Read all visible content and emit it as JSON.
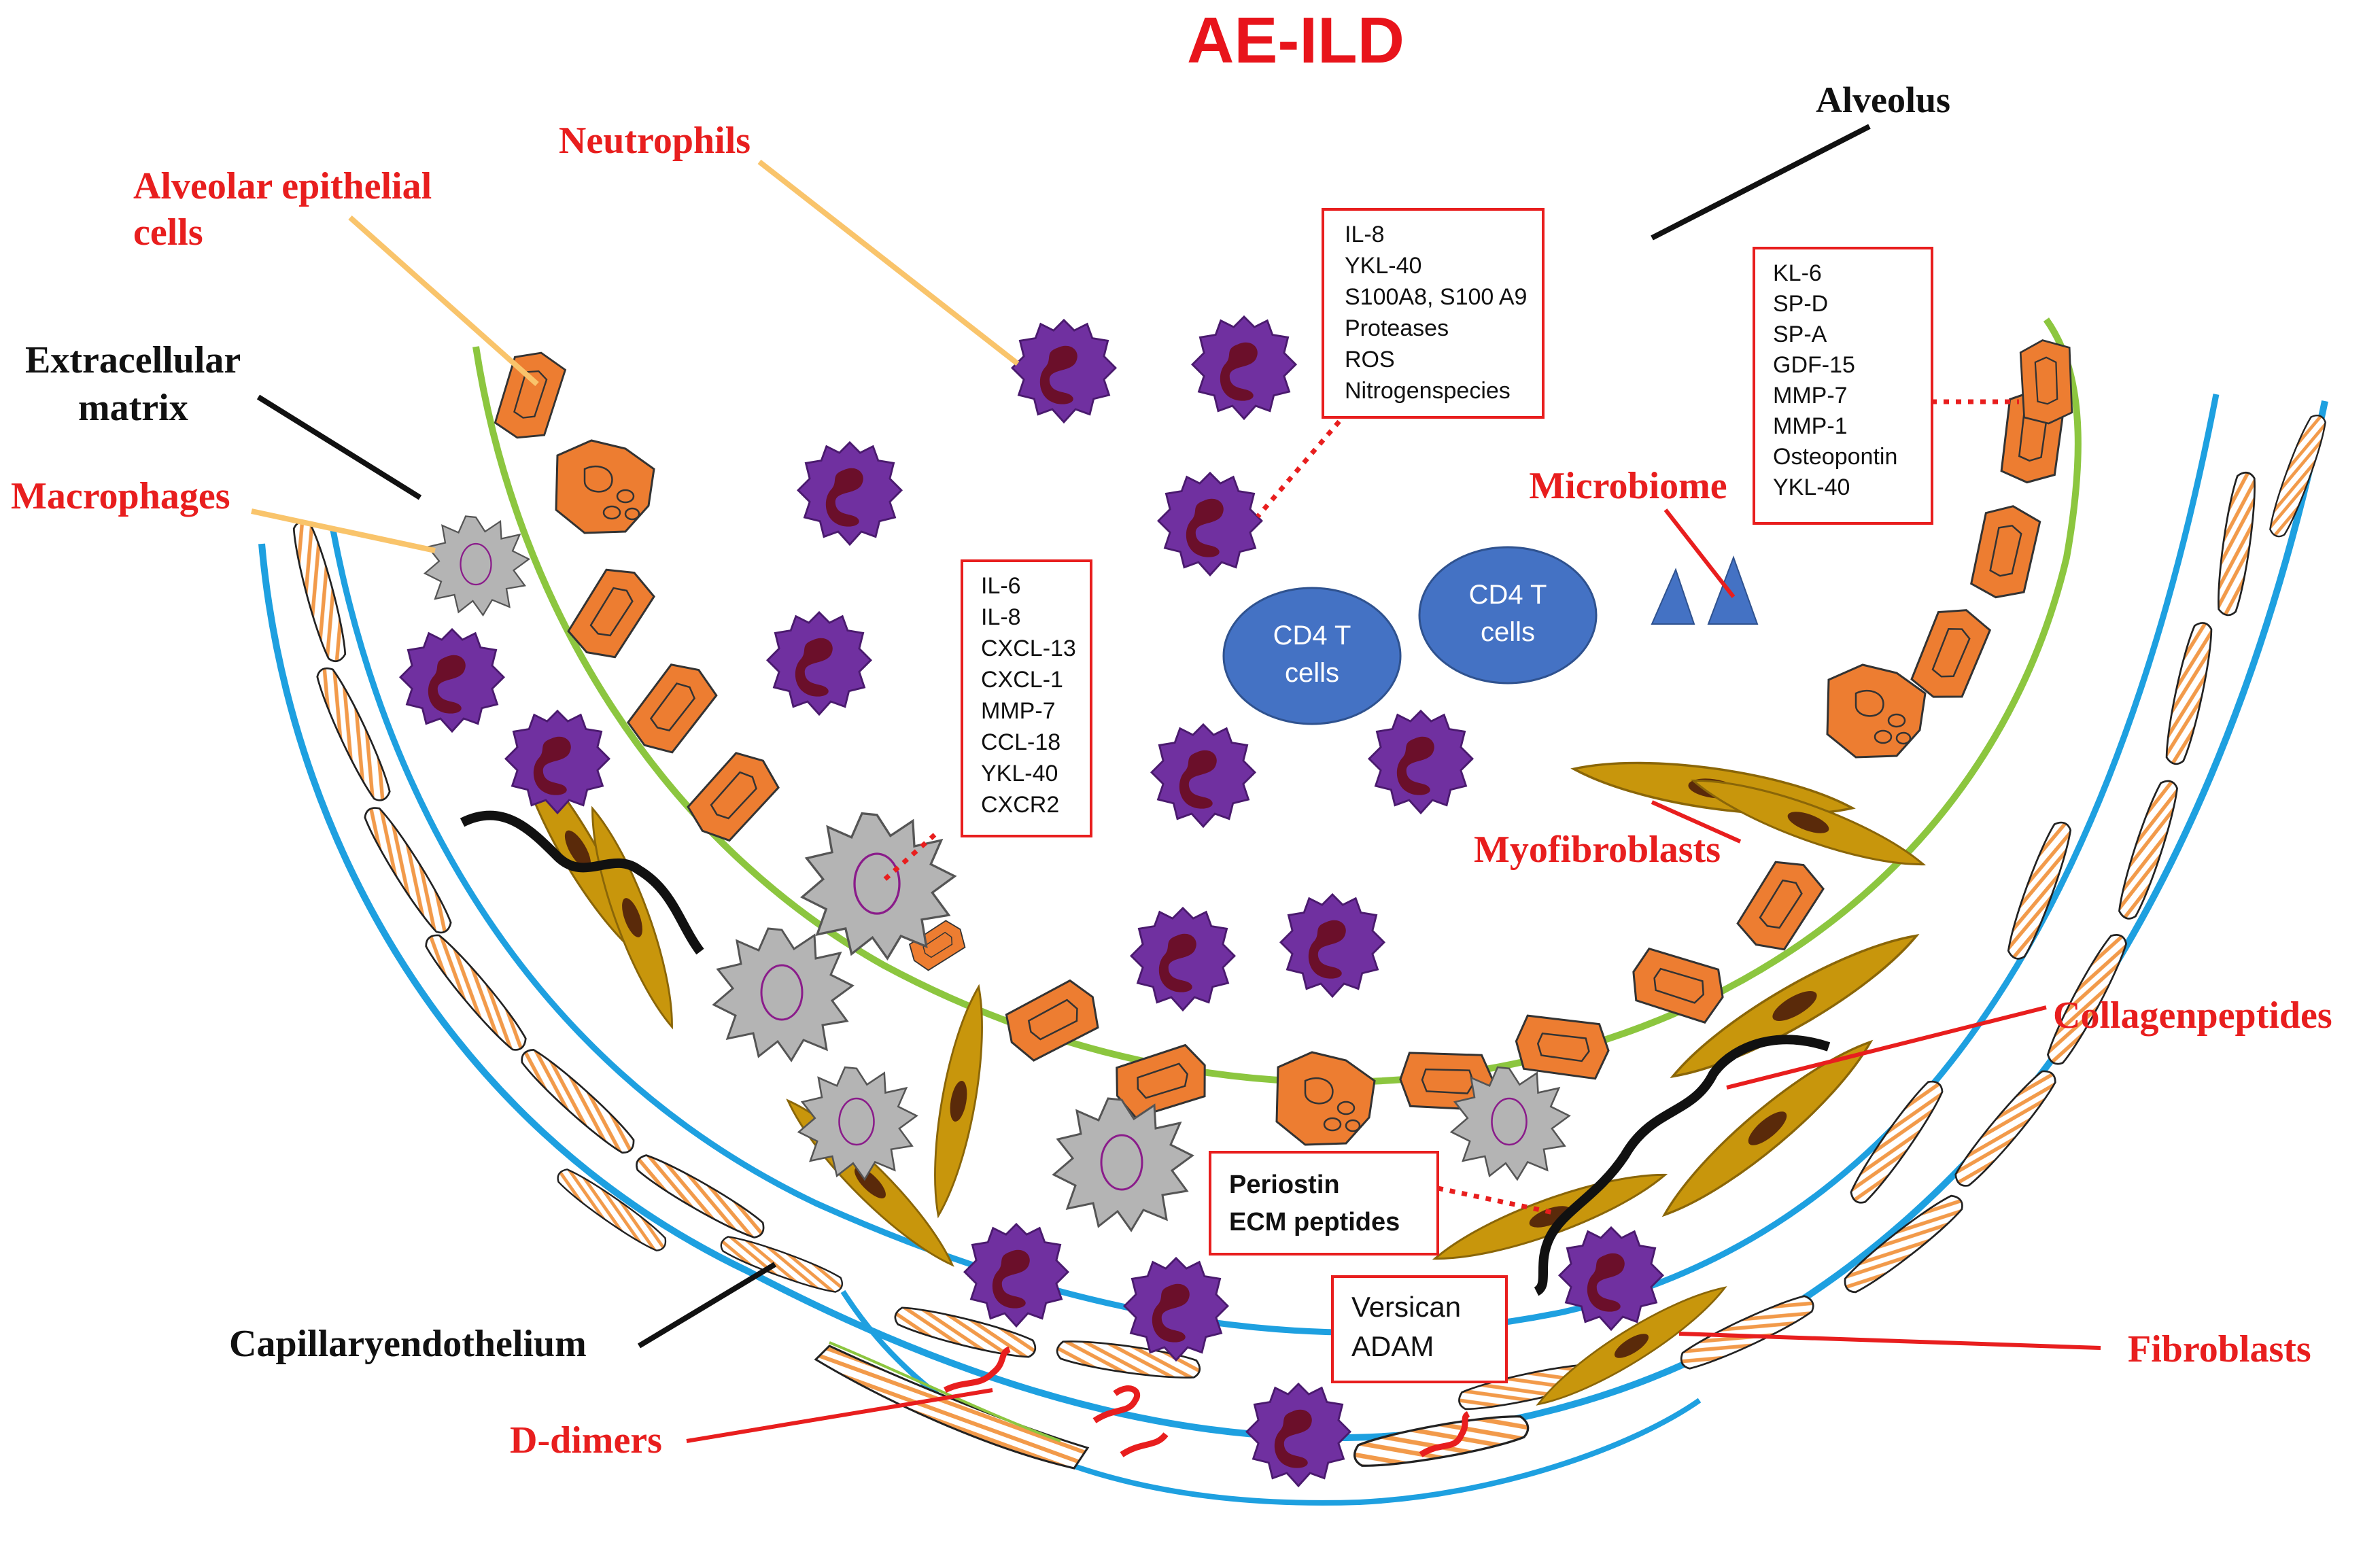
{
  "title": "AE-ILD",
  "labels": {
    "alveolus": "Alveolus",
    "neutrophils": "Neutrophils",
    "alveolar_epithelial_1": "Alveolar epithelial",
    "alveolar_epithelial_2": "cells",
    "extracellular_1": "Extracellular",
    "extracellular_2": "matrix",
    "macrophages": "Macrophages",
    "microbiome": "Microbiome",
    "myofibroblasts": "Myofibroblasts",
    "collagenpeptides": "Collagenpeptides",
    "fibroblasts": "Fibroblasts",
    "capillaryendothelium": "Capillaryendothelium",
    "d_dimers": "D-dimers"
  },
  "boxes": {
    "neutrophil_markers": [
      "IL-8",
      "YKL-40",
      "S100A8, S100 A9",
      "Proteases",
      "ROS",
      "Nitrogenspecies"
    ],
    "epithelial_markers": [
      "KL-6",
      "SP-D",
      "SP-A",
      "GDF-15",
      "MMP-7",
      "MMP-1",
      "Osteopontin",
      "YKL-40"
    ],
    "macrophage_markers": [
      "IL-6",
      "IL-8",
      "CXCL-13",
      "CXCL-1",
      "MMP-7",
      "CCL-18",
      "YKL-40",
      "CXCR2"
    ],
    "ecm_markers": [
      "Periostin",
      "ECM peptides"
    ],
    "endothelial_markers": [
      "Versican",
      "ADAM"
    ]
  },
  "tcells": {
    "line1": "CD4 T",
    "line2": "cells"
  },
  "colors": {
    "title": "#e8141b",
    "label_red": "#e81e1e",
    "epithelial": "#ed7d31",
    "neutrophil": "#7030a0",
    "macrophage": "#b4b4b4",
    "fibroblast": "#c8960c",
    "membrane": "#8cc63f",
    "vessel": "#1ea0e0",
    "tcell": "#4472c4",
    "pointer_yellow": "#f9c46b"
  }
}
